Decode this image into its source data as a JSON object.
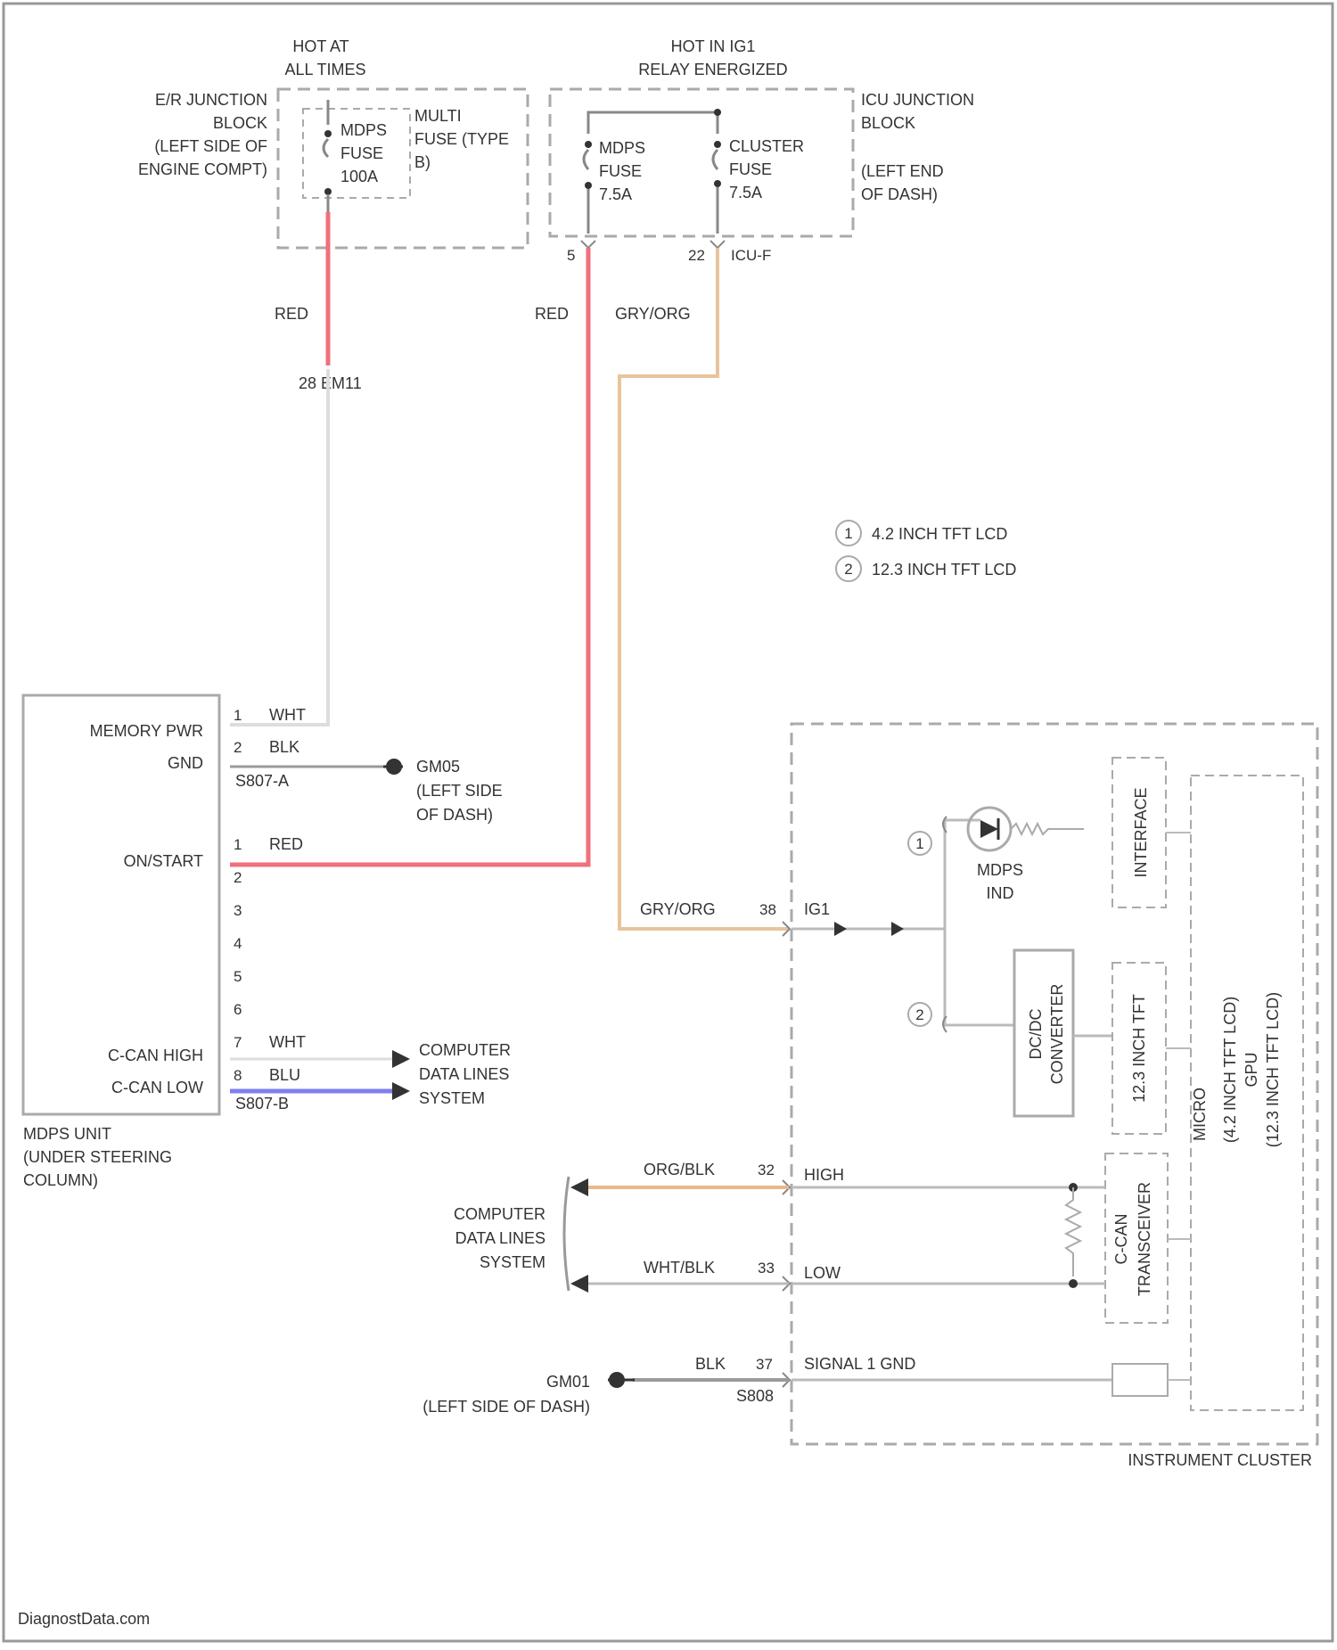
{
  "blocks": {
    "hot_at_all_times": [
      "HOT AT",
      "ALL TIMES"
    ],
    "hot_in_ig1": [
      "HOT IN IG1",
      "RELAY ENERGIZED"
    ],
    "er_junction": [
      "E/R JUNCTION",
      "BLOCK",
      "(LEFT SIDE OF",
      "ENGINE COMPT)"
    ],
    "icu_junction": [
      "ICU JUNCTION",
      "BLOCK",
      "(LEFT END",
      "OF DASH)"
    ],
    "multi_fuse": [
      "MULTI",
      "FUSE (TYPE",
      "B)"
    ],
    "mdps_fuse_100": [
      "MDPS",
      "FUSE",
      "100A"
    ],
    "mdps_fuse_75": [
      "MDPS",
      "FUSE",
      "7.5A"
    ],
    "cluster_fuse": [
      "CLUSTER",
      "FUSE",
      "7.5A"
    ],
    "icu_pins": [
      "5",
      "22",
      "ICU-F"
    ]
  },
  "wires": {
    "red_left": "RED",
    "red_mid": "RED",
    "gry_org_top": "GRY/ORG",
    "gry_org_cluster": "GRY/ORG",
    "connector_em11": "28  EM11"
  },
  "legend": [
    "4.2 INCH TFT LCD",
    "12.3 INCH TFT LCD"
  ],
  "legend_marks": [
    "1",
    "2"
  ],
  "mdps_unit": {
    "terminals": [
      "MEMORY PWR",
      "GND",
      "ON/START",
      "C-CAN HIGH",
      "C-CAN LOW"
    ],
    "pins": [
      "1",
      "2",
      "1",
      "2",
      "3",
      "4",
      "5",
      "6",
      "7",
      "8"
    ],
    "pin_wires": [
      "WHT",
      "BLK",
      "RED",
      "WHT",
      "BLU"
    ],
    "splice_a": "S807-A",
    "splice_b": "S807-B",
    "caption": [
      "MDPS UNIT",
      "(UNDER STEERING",
      "COLUMN)"
    ]
  },
  "ground_g805": [
    "GM05",
    "(LEFT SIDE",
    "OF DASH)"
  ],
  "computer_data_right": [
    "COMPUTER",
    "DATA LINES",
    "SYSTEM"
  ],
  "computer_data_left": [
    "COMPUTER",
    "DATA LINES",
    "SYSTEM"
  ],
  "cluster": {
    "pin_38": "38",
    "ig1": "IG1",
    "org_blk": "ORG/BLK",
    "pin_32": "32",
    "high": "HIGH",
    "wht_blk": "WHT/BLK",
    "pin_33": "33",
    "low": "LOW",
    "blk": "BLK",
    "pin_37": "37",
    "signal_gnd": "SIGNAL 1 GND",
    "s808": "S808",
    "mdps_ind": [
      "MDPS",
      "IND"
    ],
    "interface": "INTERFACE",
    "dcdc": [
      "DC/DC",
      "CONVERTER"
    ],
    "inch_12": "12.3 INCH TFT",
    "ccan": [
      "C-CAN",
      "TRANSCEIVER"
    ],
    "micro": "MICRO",
    "gpu": [
      "(4.2 INCH TFT LCD)",
      "GPU",
      "(12.3 INCH TFT LCD)"
    ],
    "caption": "INSTRUMENT CLUSTER"
  },
  "ground_g01": [
    "GM01",
    "(LEFT SIDE OF DASH)"
  ],
  "footer": "DiagnostData.com",
  "colors": {
    "red": "#f0707c",
    "tan": "#e8c49a",
    "blue": "#7f7ff0",
    "orange": "#e8b88a",
    "gray": "#9a9a9a",
    "dash": "#aaaaaa",
    "line": "#bbbbbb"
  }
}
